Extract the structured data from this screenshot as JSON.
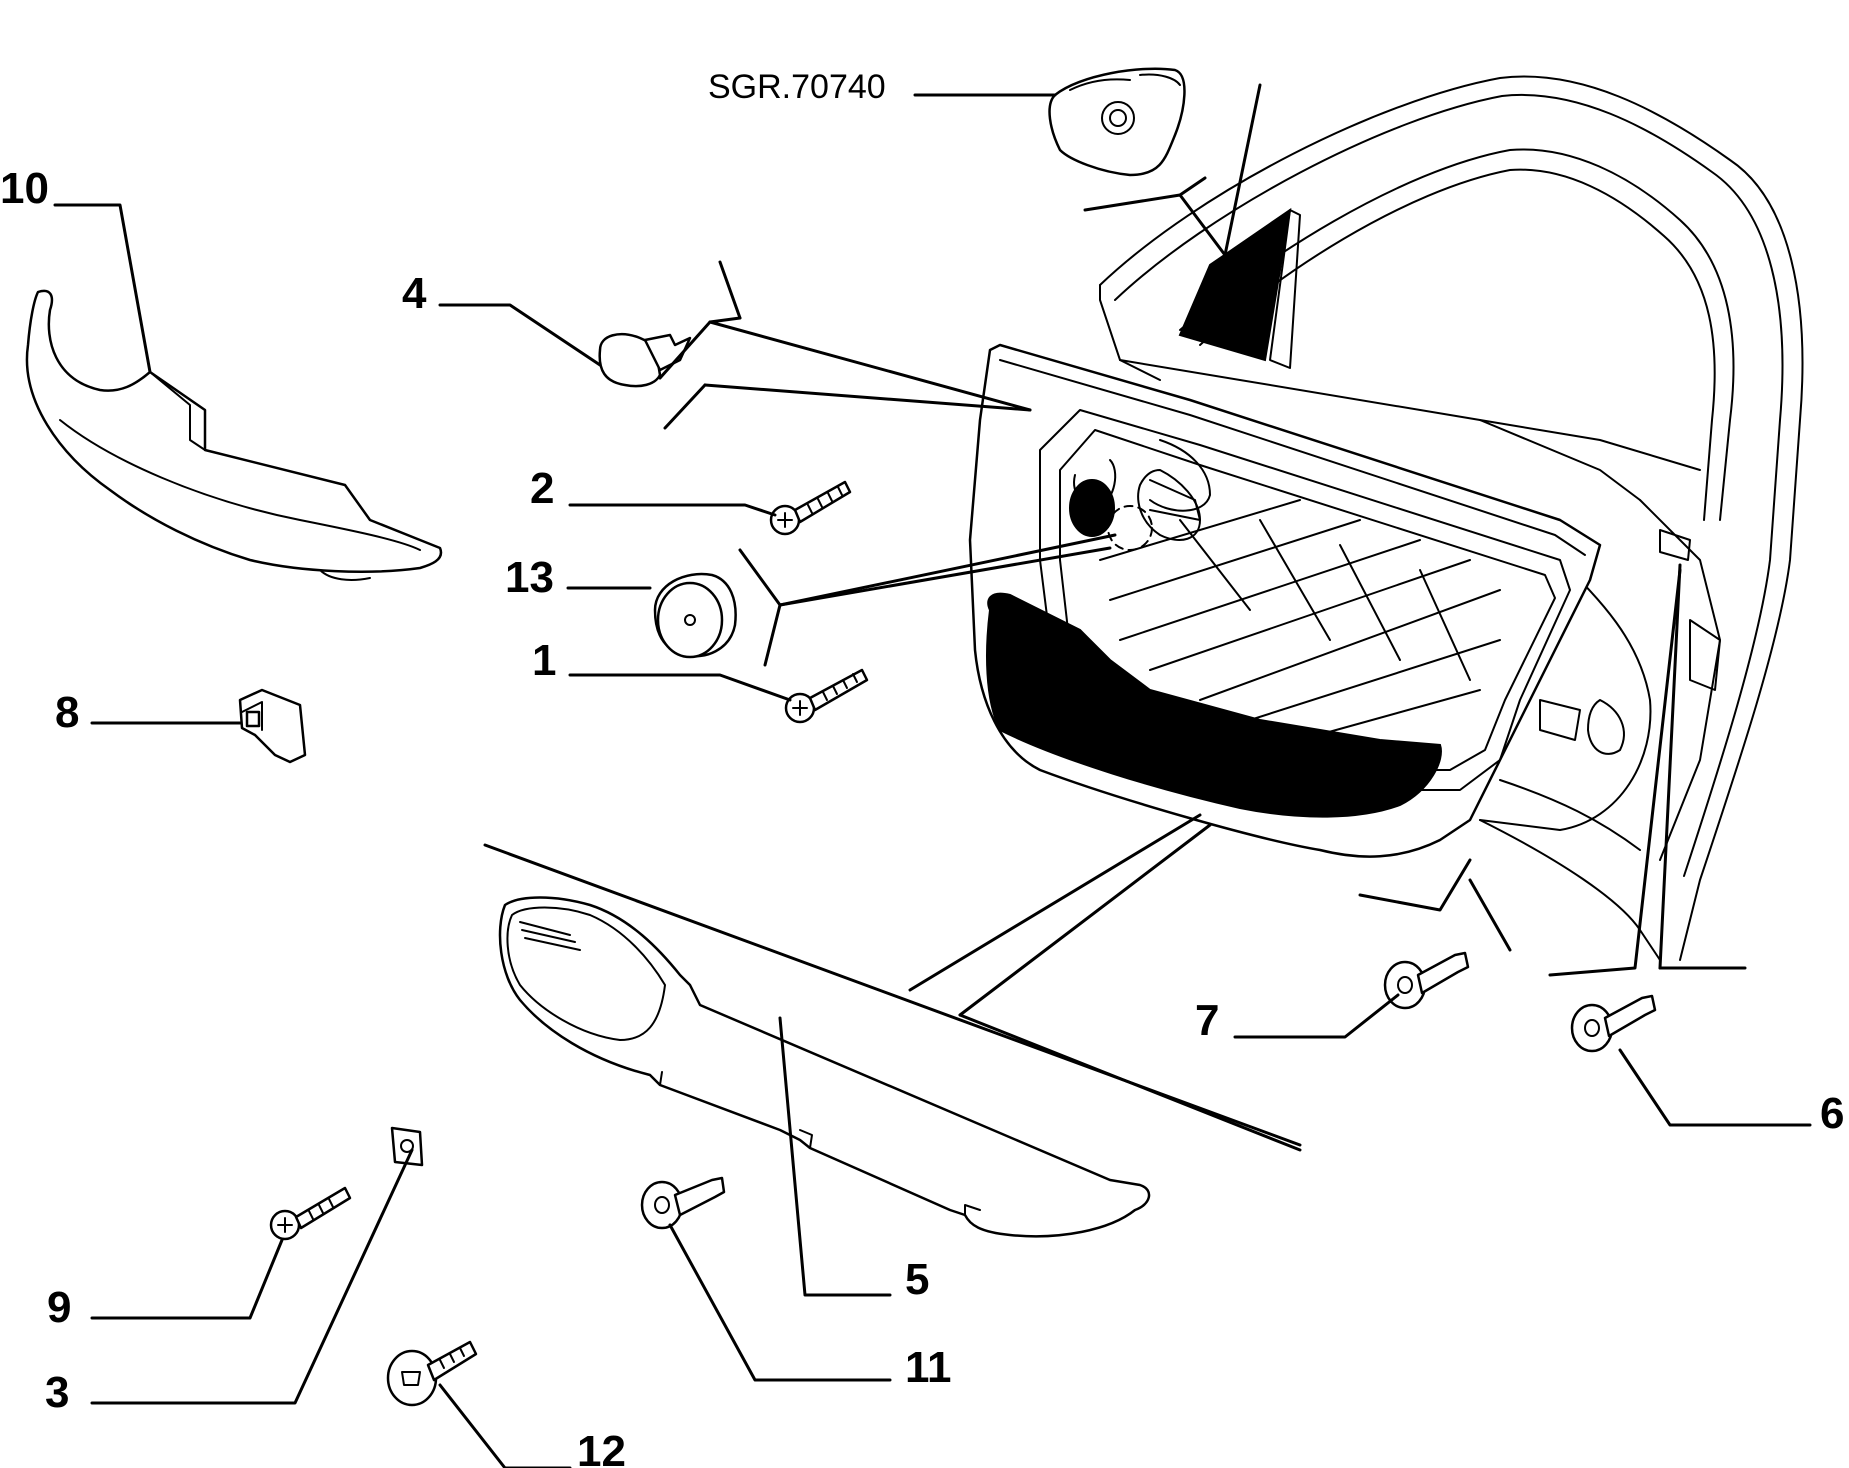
{
  "reference": "SGR.70740",
  "labels": {
    "p1": "1",
    "p2": "2",
    "p3": "3",
    "p4": "4",
    "p5": "5",
    "p6": "6",
    "p7": "7",
    "p8": "8",
    "p9": "9",
    "p10": "10",
    "p11": "11",
    "p12": "12",
    "p13": "13"
  }
}
